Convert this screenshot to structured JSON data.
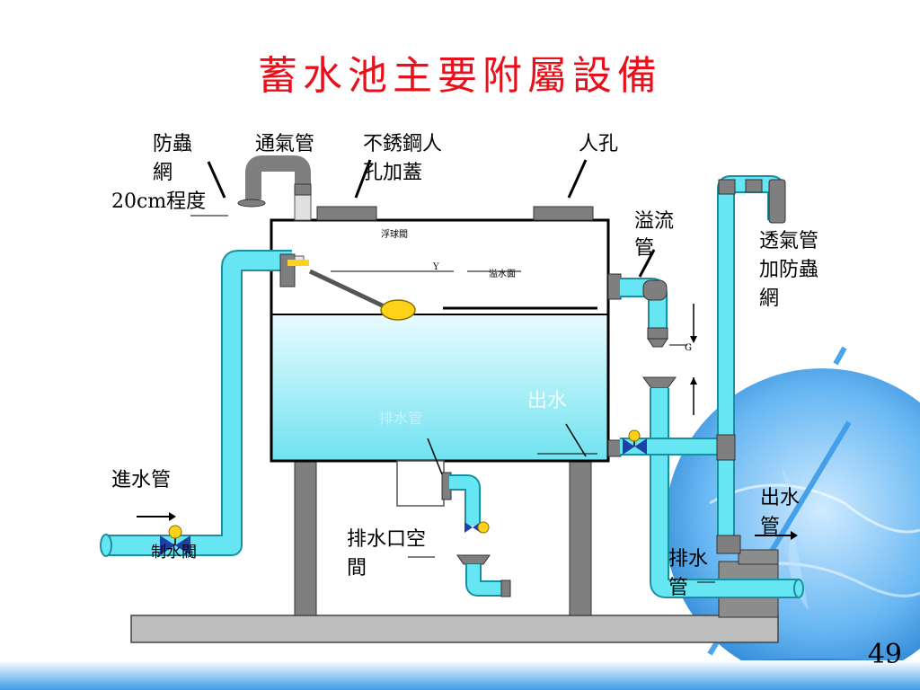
{
  "slide": {
    "title": "蓄水池主要附屬設備",
    "page_number": "49"
  },
  "labels": {
    "insect_net_line1": "防蟲",
    "insect_net_line2": "網",
    "height_20cm": "20cm程度",
    "vent_pipe": "通氣管",
    "stainless_cover_line1": "不銹鋼人",
    "stainless_cover_line2": "孔加蓋",
    "manhole": "人孔",
    "overflow_line1": "溢流",
    "overflow_line2": "管",
    "vent_net_line1": "透氣管",
    "vent_net_line2": "加防蟲",
    "vent_net_line3": "網",
    "float_valve": "浮球閥",
    "y_mark": "Y",
    "overflow_level": "溢水面",
    "g_mark": "G",
    "outlet_inside": "出水",
    "drain_inside": "排水管",
    "inlet_pipe": "進水管",
    "control_valve": "制水閥",
    "drain_space_line1": "排水口空",
    "drain_space_line2": "間",
    "drain_pipe_line1": "排水",
    "drain_pipe_line2": "管",
    "outlet_pipe_line1": "出水",
    "outlet_pipe_line2": "管"
  },
  "colors": {
    "title": "#e8101a",
    "pipe": "#66e6f2",
    "pipe_stroke": "#1a8fa0",
    "fitting": "#7f7f7f",
    "water_top": "#e9fbff",
    "water_bottom": "#6fe2f0",
    "float": "#ffd21a",
    "valve": "#1f3fa8"
  }
}
